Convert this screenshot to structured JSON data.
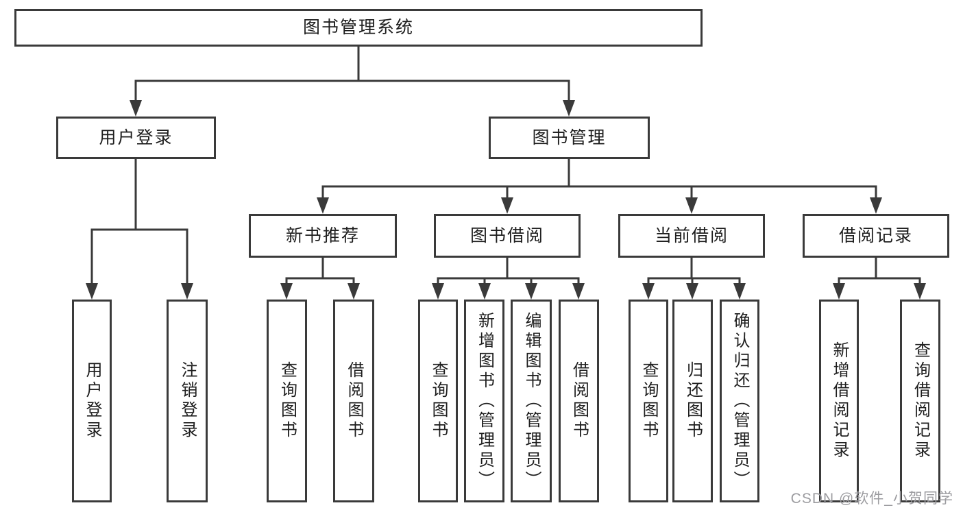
{
  "diagram": {
    "root": {
      "label": "图书管理系统"
    },
    "level2": [
      {
        "label": "用户登录",
        "children": [
          {
            "label": "用户登录"
          },
          {
            "label": "注销登录"
          }
        ]
      },
      {
        "label": "图书管理",
        "children": [
          {
            "label": "新书推荐",
            "children": [
              {
                "label": "查询图书"
              },
              {
                "label": "借阅图书"
              }
            ]
          },
          {
            "label": "图书借阅",
            "children": [
              {
                "label": "查询图书"
              },
              {
                "label": "新增图书（管理员）"
              },
              {
                "label": "编辑图书（管理员）"
              },
              {
                "label": "借阅图书"
              }
            ]
          },
          {
            "label": "当前借阅",
            "children": [
              {
                "label": "查询图书"
              },
              {
                "label": "归还图书"
              },
              {
                "label": "确认归还（管理员）"
              }
            ]
          },
          {
            "label": "借阅记录",
            "children": [
              {
                "label": "新增借阅记录"
              },
              {
                "label": "查询借阅记录"
              }
            ]
          }
        ]
      }
    ]
  },
  "watermark": {
    "text": "CSDN @软件_小贺同学"
  },
  "colors": {
    "line": "#3a3a3a",
    "text": "#1e1e1e",
    "watermark": "#9c9ca0",
    "background": "#ffffff"
  }
}
